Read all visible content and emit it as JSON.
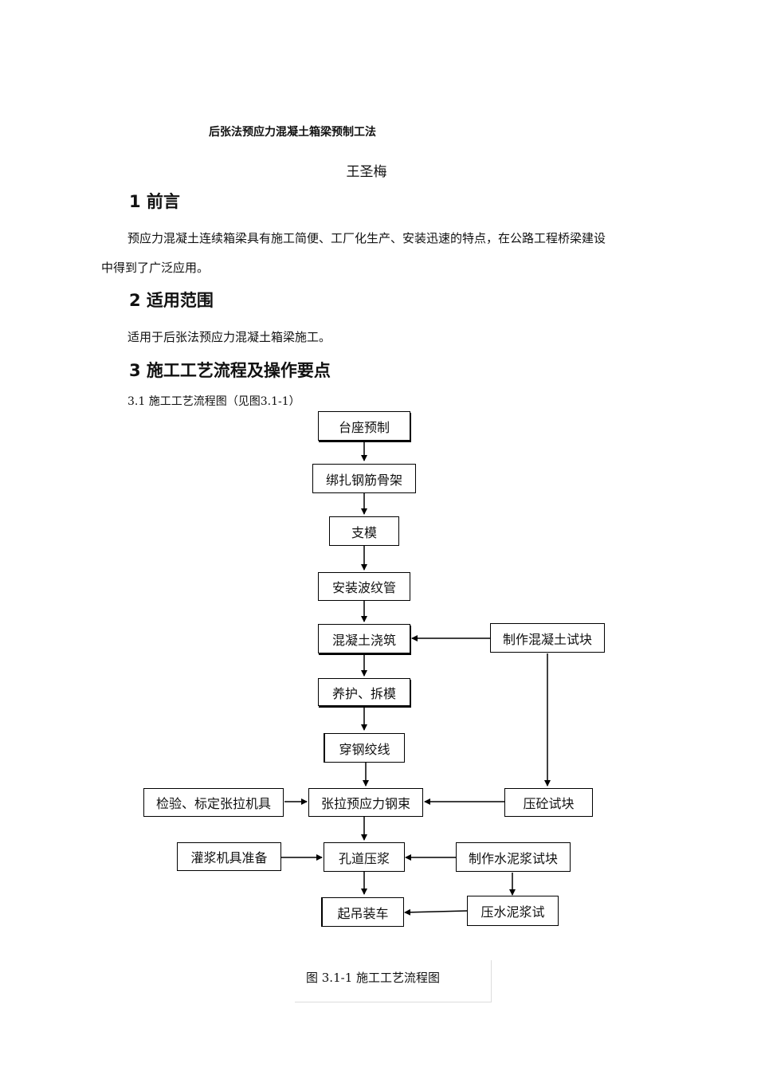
{
  "doc": {
    "title": "后张法预应力混凝土箱梁预制工法",
    "author": "王圣梅"
  },
  "sections": [
    {
      "heading": "1  前言",
      "para_line1": "预应力混凝土连续箱梁具有施工简便、工厂化生产、安装迅速的特点，在公路工程桥梁建设",
      "para_line2": "中得到了广泛应用。"
    },
    {
      "heading": "2  适用范围",
      "para_line1": "适用于后张法预应力混凝土箱梁施工。"
    },
    {
      "heading": "3  施工工艺流程及操作要点",
      "subcaption": "3.1 施工工艺流程图（见图3.1-1）"
    }
  ],
  "flowchart": {
    "steps": [
      "台座预制",
      "绑扎钢筋骨架",
      "支模",
      "安装波纹管",
      "混凝土浇筑",
      "养护、拆模",
      "穿钢绞线",
      "张拉预应力钢束",
      "孔道压浆",
      "起吊装车"
    ],
    "side": {
      "make_concrete_sample": "制作混凝土试块",
      "press_concrete_sample": "压砼试块",
      "check_jack": "检验、标定张拉机具",
      "grout_equipment": "灌浆机具准备",
      "make_cement_sample": "制作水泥浆试块",
      "press_cement_sample": "压水泥浆试"
    },
    "caption": "图 3.1-1  施工工艺流程图"
  }
}
